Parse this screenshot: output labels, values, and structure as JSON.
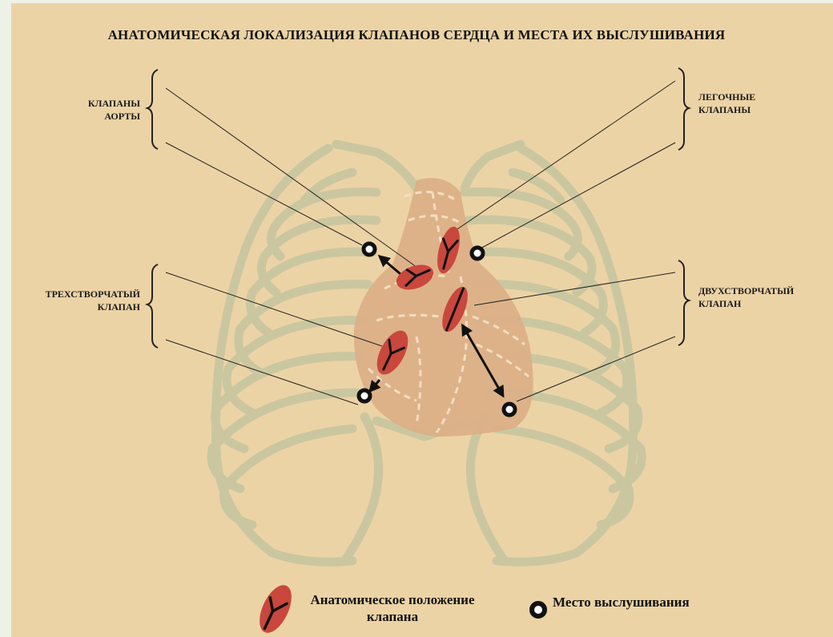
{
  "title": "АНАТОМИЧЕСКАЯ ЛОКАЛИЗАЦИЯ КЛАПАНОВ СЕРДЦА И МЕСТА ИХ ВЫСЛУШИВАНИЯ",
  "labels": {
    "aortic": [
      "КЛАПАНЫ",
      "АОРТЫ"
    ],
    "pulmonary": [
      "ЛЕГОЧНЫЕ",
      "КЛАПАНЫ"
    ],
    "tricuspid": [
      "ТРЕХСТВОРЧАТЫЙ",
      "КЛАПАН"
    ],
    "mitral": [
      "ДВУХСТВОРЧАТЫЙ",
      "КЛАПАН"
    ]
  },
  "legend": {
    "valve_position": [
      "Анатомическое положение",
      "клапана"
    ],
    "auscultation_point": "Место выслушивания"
  },
  "colors": {
    "background": "#ecd3a5",
    "ribs": "#c9c7a0",
    "heart": "#dcae86",
    "valve": "#c9473d",
    "ink": "#111111"
  }
}
